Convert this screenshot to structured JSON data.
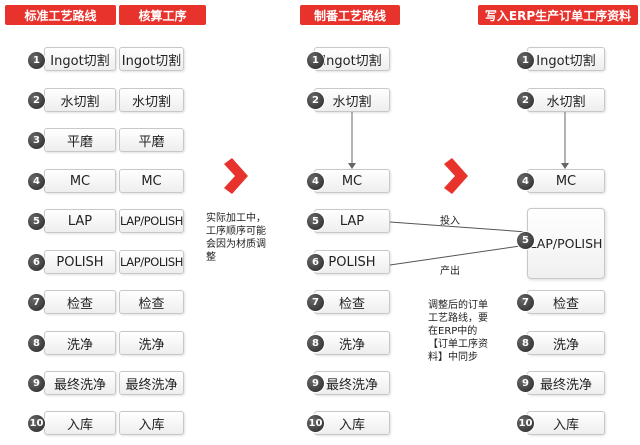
{
  "headers": {
    "standard": "标准工艺路线",
    "costing": "核算工序",
    "manufacturing": "制番工艺路线",
    "erp": "写入ERP生产订单工序资料"
  },
  "steps": [
    {
      "num": "1",
      "standard": "Ingot切割",
      "costing": "Ingot切割",
      "manufacturing": "Ingot切割",
      "erp": "Ingot切割"
    },
    {
      "num": "2",
      "standard": "水切割",
      "costing": "水切割",
      "manufacturing": "水切割",
      "erp": "水切割"
    },
    {
      "num": "3",
      "standard": "平磨",
      "costing": "平磨"
    },
    {
      "num": "4",
      "standard": "MC",
      "costing": "MC",
      "manufacturing": "MC",
      "erp": "MC"
    },
    {
      "num": "5",
      "standard": "LAP",
      "costing": "LAP/POLISH",
      "manufacturing": "LAP",
      "erp": "LAP/POLISH"
    },
    {
      "num": "6",
      "standard": "POLISH",
      "costing": "LAP/POLISH",
      "manufacturing": "POLISH"
    },
    {
      "num": "7",
      "standard": "检查",
      "costing": "检查",
      "manufacturing": "检查",
      "erp": "检查"
    },
    {
      "num": "8",
      "standard": "洗净",
      "costing": "洗净",
      "manufacturing": "洗净",
      "erp": "洗净"
    },
    {
      "num": "9",
      "standard": "最终洗净",
      "costing": "最终洗净",
      "manufacturing": "最终洗净",
      "erp": "最终洗净"
    },
    {
      "num": "10",
      "standard": "入库",
      "costing": "入库",
      "manufacturing": "入库",
      "erp": "入库"
    }
  ],
  "notes": {
    "actual_processing": [
      "实际加工中，",
      "工序顺序可能",
      "会因为材质调",
      "整"
    ],
    "adjusted_route": [
      "调整后的订单",
      "工艺路线，要",
      "在ERP中的",
      "【订单工序资",
      "料】中同步"
    ],
    "input_label": "投入",
    "output_label": "产出"
  },
  "colors": {
    "header_red": "#e8322c",
    "arrow_red": "#e8322c"
  }
}
